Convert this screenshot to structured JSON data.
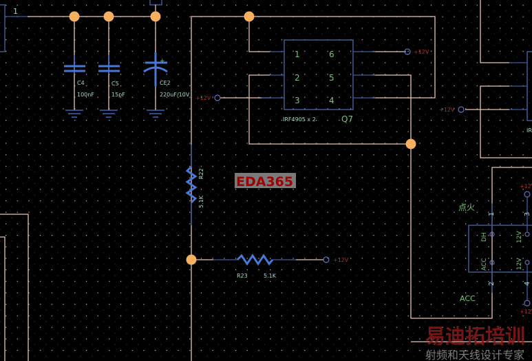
{
  "schematic": {
    "net_label_1": "1",
    "capacitors": [
      {
        "ref": "C4",
        "value": "100nF"
      },
      {
        "ref": "C5",
        "value": "15pF"
      },
      {
        "ref": "CE2",
        "value": "220uF/10V",
        "polarity": "+"
      }
    ],
    "mosfet": {
      "ref": "Q7",
      "part": "IRF4905 x 2",
      "pins": [
        "1",
        "2",
        "3",
        "4",
        "5",
        "6"
      ]
    },
    "resistors": [
      {
        "ref": "R22",
        "value": "5.1K"
      },
      {
        "ref": "R23",
        "value": "5.1K"
      }
    ],
    "power_label": "+12V",
    "connector": {
      "pin_names": [
        "DH",
        "ACC",
        "12V",
        "12V"
      ],
      "pin_numbers": [
        "1",
        "2",
        "3",
        "4"
      ],
      "label_ignition": "点火",
      "label_acc": "ACC"
    },
    "right_part_ref_partial": "IR"
  },
  "overlay_label": "EDA365",
  "watermark": {
    "title": "易迪拓培训",
    "subtitle": "射频和天线设计专家"
  },
  "colors": {
    "wire": "#e8c4b0",
    "junction": "#f7b060",
    "component": "#4878d8",
    "power": "#a83030",
    "pin_text": "#7cc47c"
  }
}
